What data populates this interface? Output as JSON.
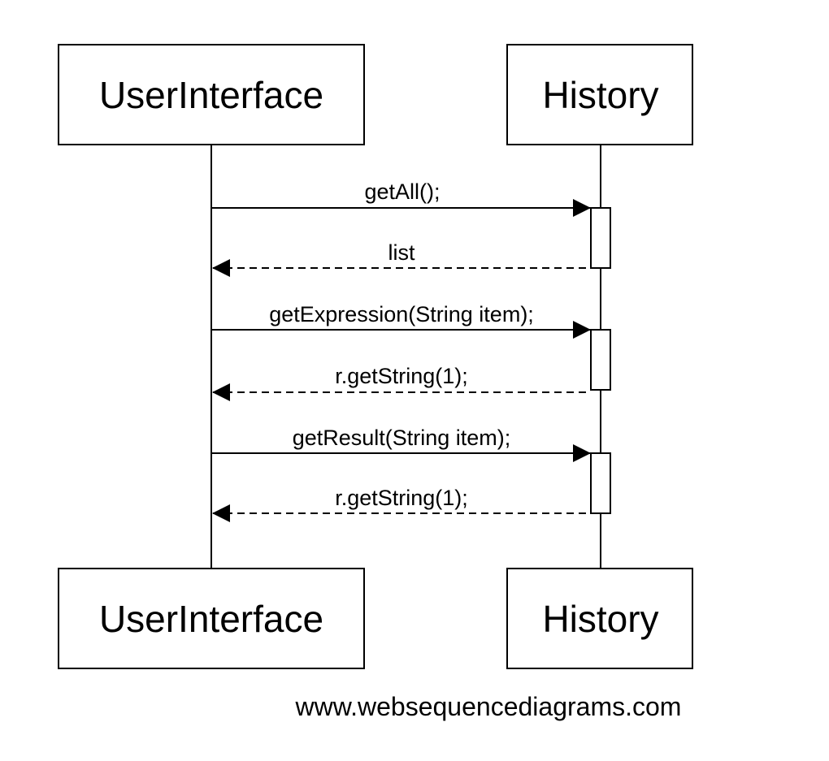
{
  "participants": [
    {
      "id": "ui",
      "name": "UserInterface"
    },
    {
      "id": "hist",
      "name": "History"
    }
  ],
  "messages": [
    {
      "from": "ui",
      "to": "hist",
      "kind": "call",
      "label": "getAll();"
    },
    {
      "from": "hist",
      "to": "ui",
      "kind": "return",
      "label": "list"
    },
    {
      "from": "ui",
      "to": "hist",
      "kind": "call",
      "label": "getExpression(String item);"
    },
    {
      "from": "hist",
      "to": "ui",
      "kind": "return",
      "label": "r.getString(1);"
    },
    {
      "from": "ui",
      "to": "hist",
      "kind": "call",
      "label": "getResult(String item);"
    },
    {
      "from": "hist",
      "to": "ui",
      "kind": "return",
      "label": "r.getString(1);"
    }
  ],
  "footer": "www.websequencediagrams.com",
  "colors": {
    "stroke": "#000000",
    "background": "#ffffff"
  }
}
